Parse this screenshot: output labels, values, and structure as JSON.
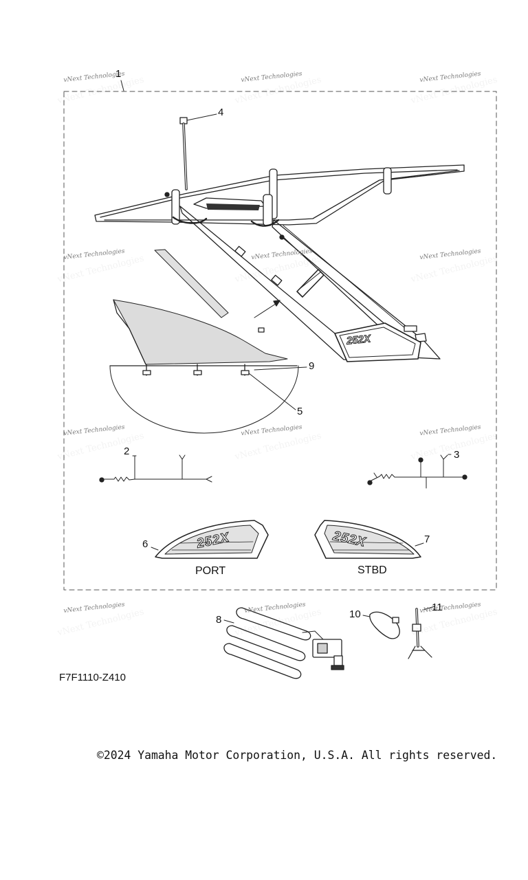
{
  "watermark": "vNext Technologies",
  "callouts": [
    "1",
    "2",
    "3",
    "4",
    "5",
    "6",
    "7",
    "8",
    "9",
    "10",
    "11"
  ],
  "labels": {
    "port": "PORT",
    "stbd": "STBD",
    "badge": "252X"
  },
  "diagram_code": "F7F1110-Z410",
  "copyright": "©2024 Yamaha Motor Corporation, U.S.A. All rights reserved."
}
